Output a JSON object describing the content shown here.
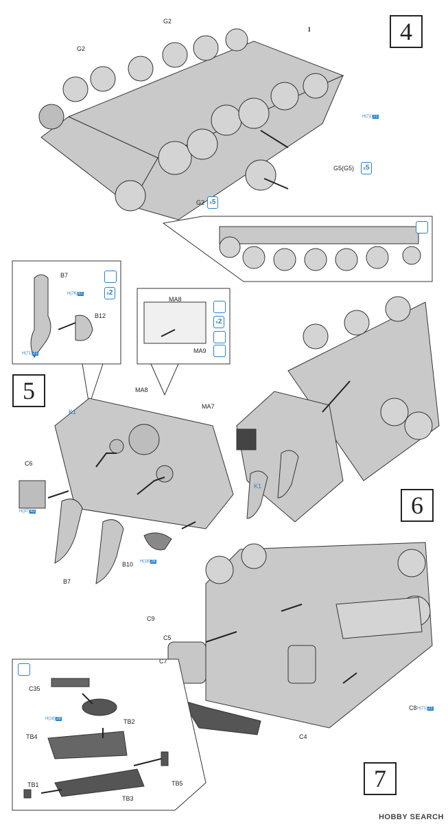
{
  "steps": {
    "s4": "4",
    "s5": "5",
    "s6": "6",
    "s7": "7"
  },
  "labels": {
    "g2_top": "G2",
    "g2_left": "G2",
    "i_part": "I",
    "g5": "G5(G5)",
    "g2_bottom": "G2",
    "b7_inset": "B7",
    "b12": "B12",
    "ma8_inset": "MA8",
    "ma9": "MA9",
    "k1_a": "K1",
    "ma8": "MA8",
    "ma7": "MA7",
    "c6": "C6",
    "b7": "B7",
    "b10": "B10",
    "k1_b": "K1",
    "c9": "C9",
    "c5": "C5",
    "c7": "C7",
    "c4": "C4",
    "c8": "C8",
    "c35": "C35",
    "tb2": "TB2",
    "tb4": "TB4",
    "tb1": "TB1",
    "tb5": "TB5",
    "tb3": "TB3"
  },
  "refs": {
    "h71_a": {
      "pre": "H(71)",
      "num": "21"
    },
    "h76": {
      "pre": "H(76)",
      "num": "61"
    },
    "h71_b": {
      "pre": "H(71)",
      "num": "21"
    },
    "h37": {
      "pre": "H(37)",
      "num": "43"
    },
    "h18_a": {
      "pre": "H(18)",
      "num": "28"
    },
    "h71_c": {
      "pre": "H(71)",
      "num": "21"
    },
    "h18_b": {
      "pre": "H(18)",
      "num": "28"
    }
  },
  "multipliers": {
    "g5_x": "5",
    "g2_x": "5",
    "b_x": "2",
    "ma_x": "2"
  },
  "icons": [
    "paint-brush-icon",
    "paint-drop-icon",
    "glue-icon"
  ],
  "colors": {
    "accent": "#2a7fc8",
    "part": "#c7c7c7",
    "line": "#222222"
  },
  "watermark": "HOBBY SEARCH"
}
